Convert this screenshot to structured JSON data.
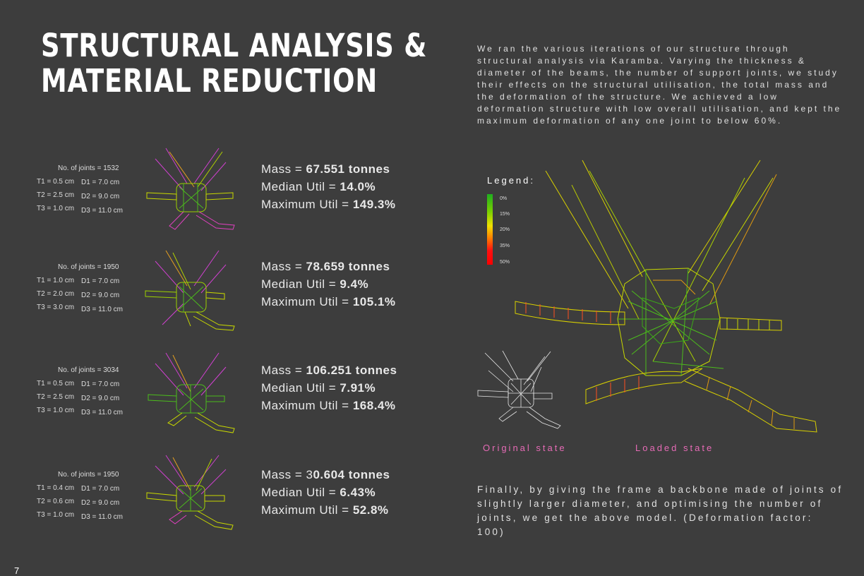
{
  "title_line1": "STRUCTURAL ANALYSIS &",
  "title_line2": "MATERIAL REDUCTION",
  "intro": "We ran the various iterations of our structure through structural analysis via Karamba. Varying the thickness & diameter of the beams, the number of support joints, we study their effects on the structural utilisation, the total mass and the deformation of the structure. We achieved a low deformation structure with low overall utilisation, and kept the maximum deformation of any one joint to below 60%.",
  "iterations": [
    {
      "joints": "No. of joints = 1532",
      "t1": "T1 = 0.5 cm",
      "t2": "T2 = 2.5 cm",
      "t3": "T3 = 1.0 cm",
      "d1": "D1 =   7.0 cm",
      "d2": "D2 =   9.0 cm",
      "d3": "D3 = 11.0 cm",
      "mass_prefix": "Mass = ",
      "mass": "67.551 tonnes",
      "median_prefix": "Median Util = ",
      "median": "14.0%",
      "max_prefix": "Maximum Util = ",
      "max": "149.3%"
    },
    {
      "joints": "No. of joints = 1950",
      "t1": "T1 = 1.0 cm",
      "t2": "T2 = 2.0 cm",
      "t3": "T3 = 3.0 cm",
      "d1": "D1 =   7.0 cm",
      "d2": "D2 =   9.0 cm",
      "d3": "D3 = 11.0 cm",
      "mass_prefix": "Mass = ",
      "mass": "78.659 tonnes",
      "median_prefix": "Median Util = ",
      "median": "9.4%",
      "max_prefix": "Maximum Util = ",
      "max": "105.1%"
    },
    {
      "joints": "No. of joints = 3034",
      "t1": "T1 = 0.5 cm",
      "t2": "T2 = 2.5 cm",
      "t3": "T3 = 1.0 cm",
      "d1": "D1 =   7.0 cm",
      "d2": "D2 =   9.0 cm",
      "d3": "D3 = 11.0 cm",
      "mass_prefix": "Mass = ",
      "mass": "106.251 tonnes",
      "median_prefix": "Median Util = ",
      "median": "7.91%",
      "max_prefix": "Maximum Util = ",
      "max": "168.4%"
    },
    {
      "joints": "No. of joints = 1950",
      "t1": "T1 = 0.4 cm",
      "t2": "T2 = 0.6 cm",
      "t3": "T3 = 1.0 cm",
      "d1": "D1 =   7.0 cm",
      "d2": "D2 =   9.0 cm",
      "d3": "D3 = 11.0 cm",
      "mass_prefix": "Mass = 3",
      "mass": "0.604 tonnes",
      "median_prefix": "Median Util = ",
      "median": "6.43%",
      "max_prefix": "Maximum Util = ",
      "max": "52.8%"
    }
  ],
  "legend": {
    "title": "Legend:",
    "ticks": [
      "0%",
      "15%",
      "20%",
      "35%",
      "50%"
    ],
    "colors": [
      "#1fae1f",
      "#f0e000",
      "#ff8000",
      "#ff1010",
      "#ff0000"
    ]
  },
  "original_label": "Original state",
  "loaded_label": "Loaded state",
  "finally": "Finally, by giving the frame a backbone made of joints of slightly larger diameter, and optimising the number of joints, we get the above model. (Deformation factor: 100)",
  "page_number": "7",
  "accent_color": "#e66bb6"
}
